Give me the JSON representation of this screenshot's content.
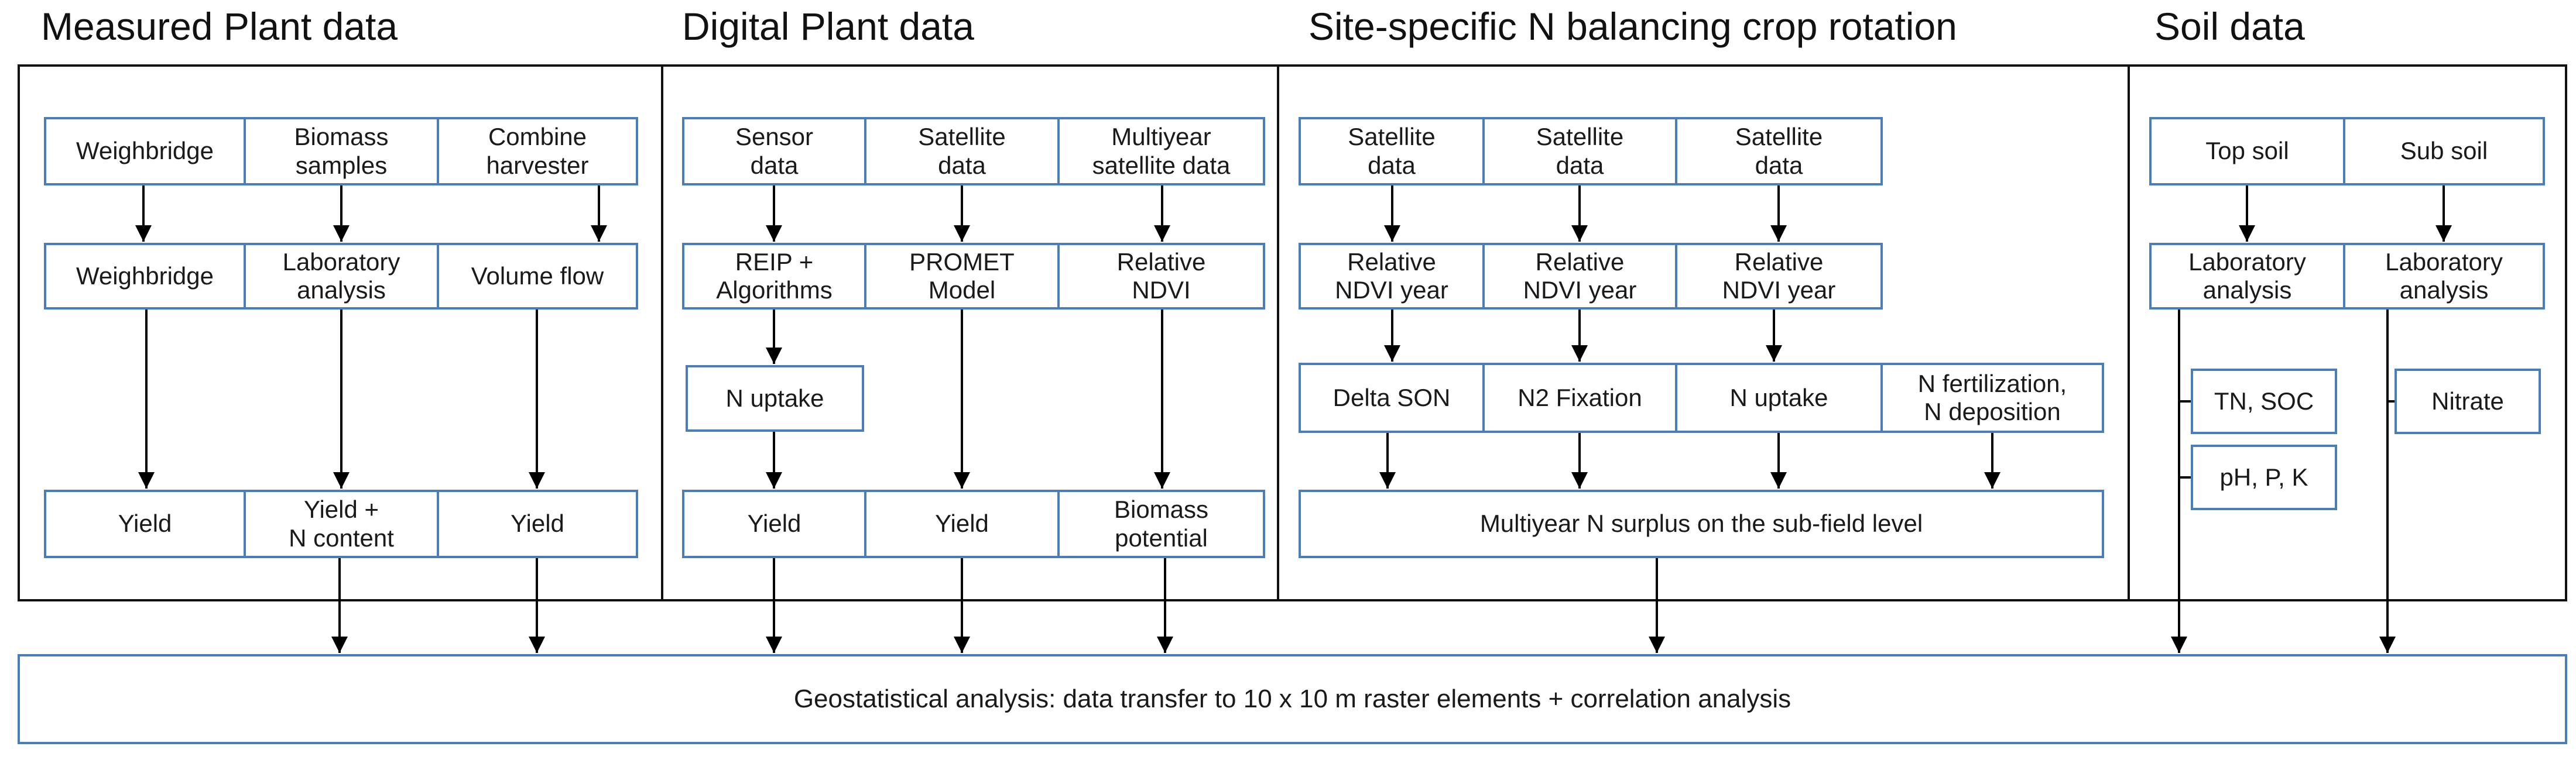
{
  "sections": {
    "measured": {
      "title": "Measured Plant data",
      "row1": [
        "Weighbridge",
        "Biomass\nsamples",
        "Combine\nharvester"
      ],
      "row2": [
        "Weighbridge",
        "Laboratory\nanalysis",
        "Volume flow"
      ],
      "row3": [
        "Yield",
        "Yield +\nN content",
        "Yield"
      ]
    },
    "digital": {
      "title": "Digital Plant data",
      "row1": [
        "Sensor\ndata",
        "Satellite\ndata",
        "Multiyear\nsatellite data"
      ],
      "row2": [
        "REIP +\nAlgorithms",
        "PROMET\nModel",
        "Relative\nNDVI"
      ],
      "uptake": "N uptake",
      "row3": [
        "Yield",
        "Yield",
        "Biomass\npotential"
      ]
    },
    "site": {
      "title": "Site-specific N balancing crop rotation",
      "row1": [
        "Satellite\ndata",
        "Satellite\ndata",
        "Satellite\ndata"
      ],
      "row2": [
        "Relative\nNDVI year",
        "Relative\nNDVI year",
        "Relative\nNDVI year"
      ],
      "row3": [
        "Delta SON",
        "N2 Fixation",
        "N uptake",
        "N fertilization,\nN deposition"
      ],
      "surplus": "Multiyear N surplus on the sub-field level"
    },
    "soil": {
      "title": "Soil data",
      "row1": [
        "Top soil",
        "Sub soil"
      ],
      "row2": [
        "Laboratory\nanalysis",
        "Laboratory\nanalysis"
      ],
      "tn": "TN, SOC",
      "ph": "pH, P, K",
      "nitrate": "Nitrate"
    }
  },
  "geostat": "Geostatistical analysis: data transfer to 10 x 10 m raster elements + correlation analysis",
  "colors": {
    "box_border": "#4a7ebb",
    "frame": "#111111",
    "arrow": "#000000"
  }
}
